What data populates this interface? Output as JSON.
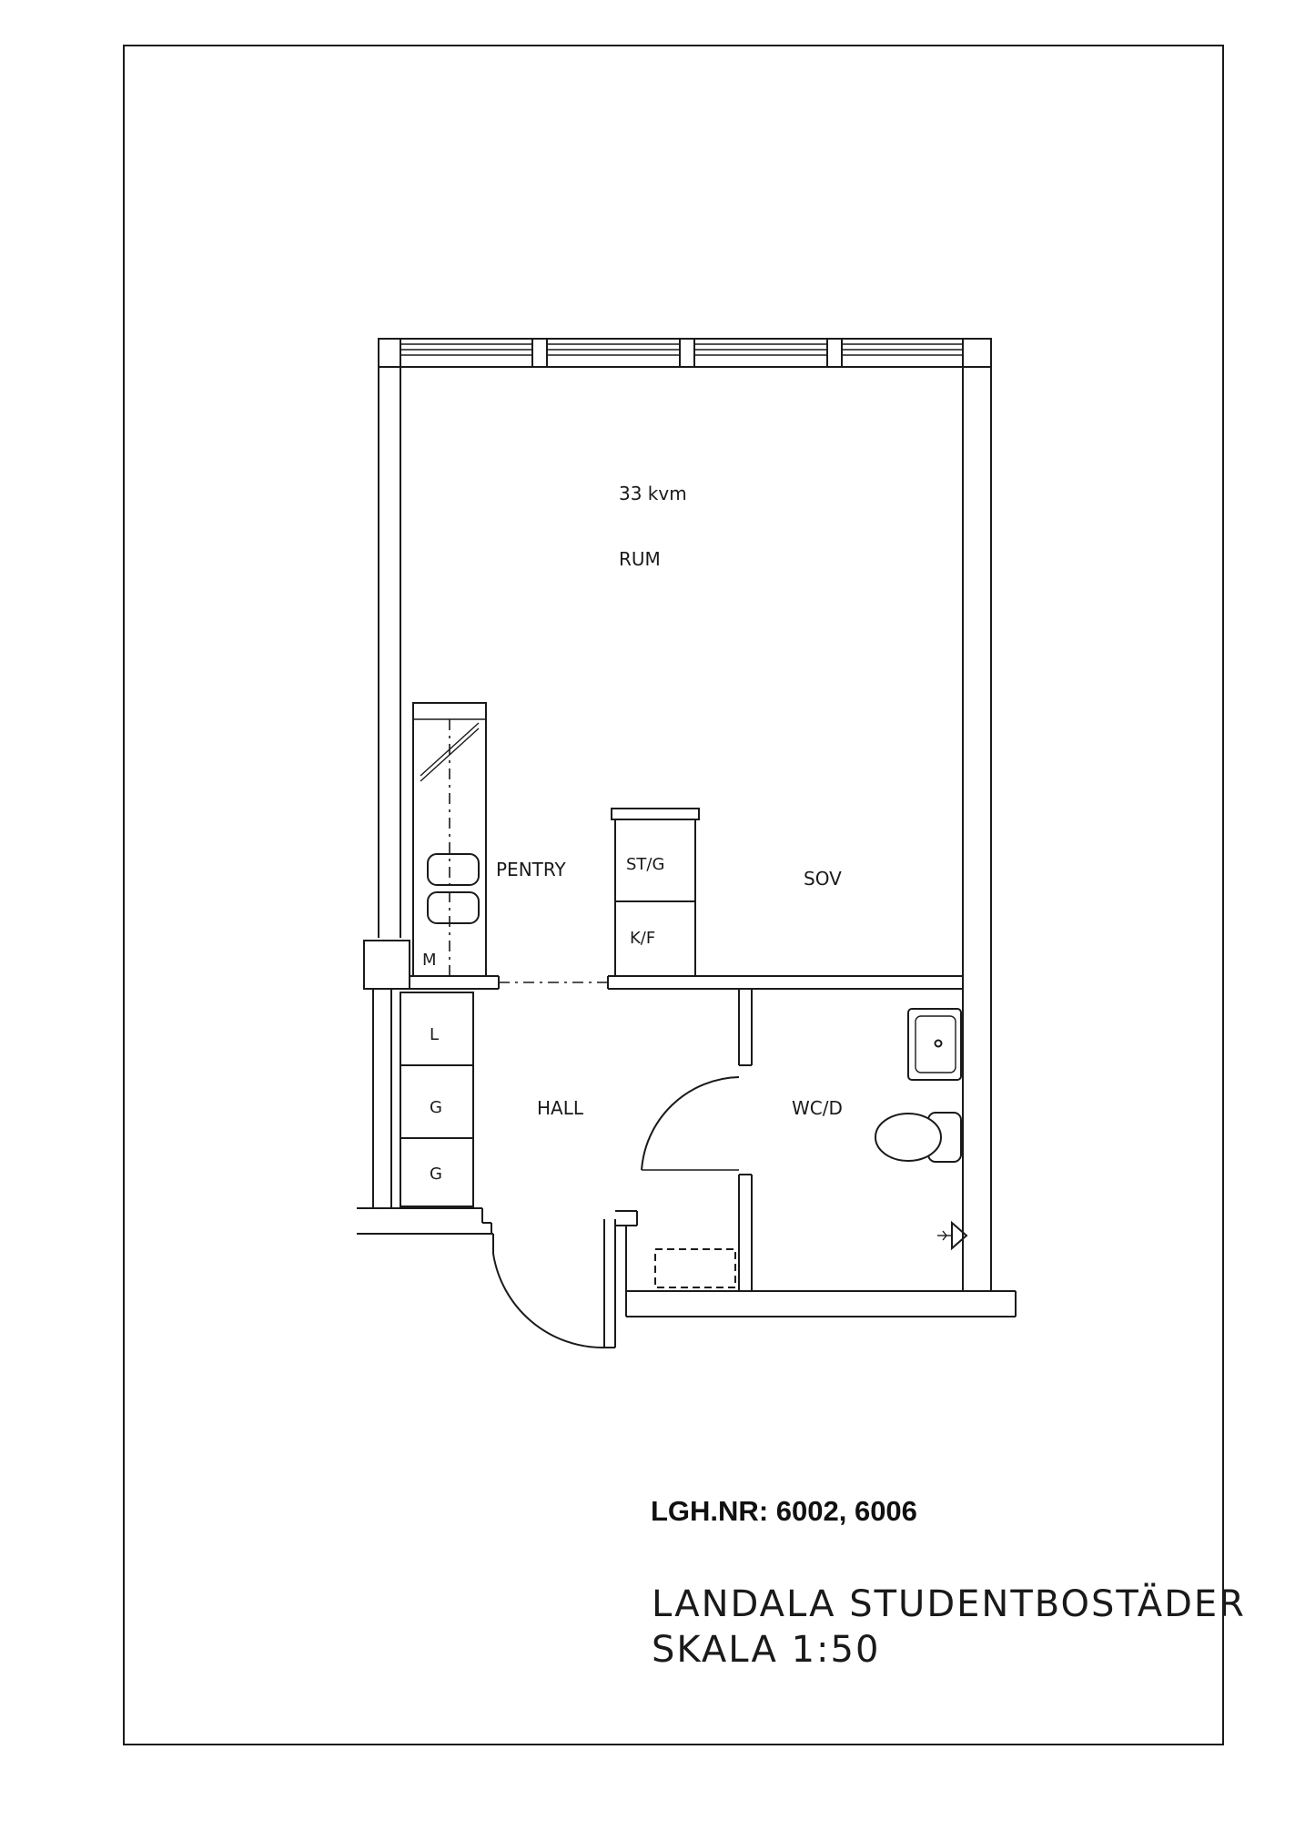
{
  "rooms": {
    "area": "33 kvm",
    "main_room": "RUM",
    "pentry": "PENTRY",
    "sleeping": "SOV",
    "hall": "HALL",
    "bathroom": "WC/D"
  },
  "fixtures": {
    "stove": "ST/G",
    "fridge_freezer": "K/F",
    "microwave": "M",
    "closet_l": "L",
    "closet_g1": "G",
    "closet_g2": "G"
  },
  "title_block": {
    "apartment_numbers": "LGH.NR: 6002, 6006",
    "project": "LANDALA STUDENTBOSTÄDER",
    "scale": "SKALA 1:50"
  }
}
